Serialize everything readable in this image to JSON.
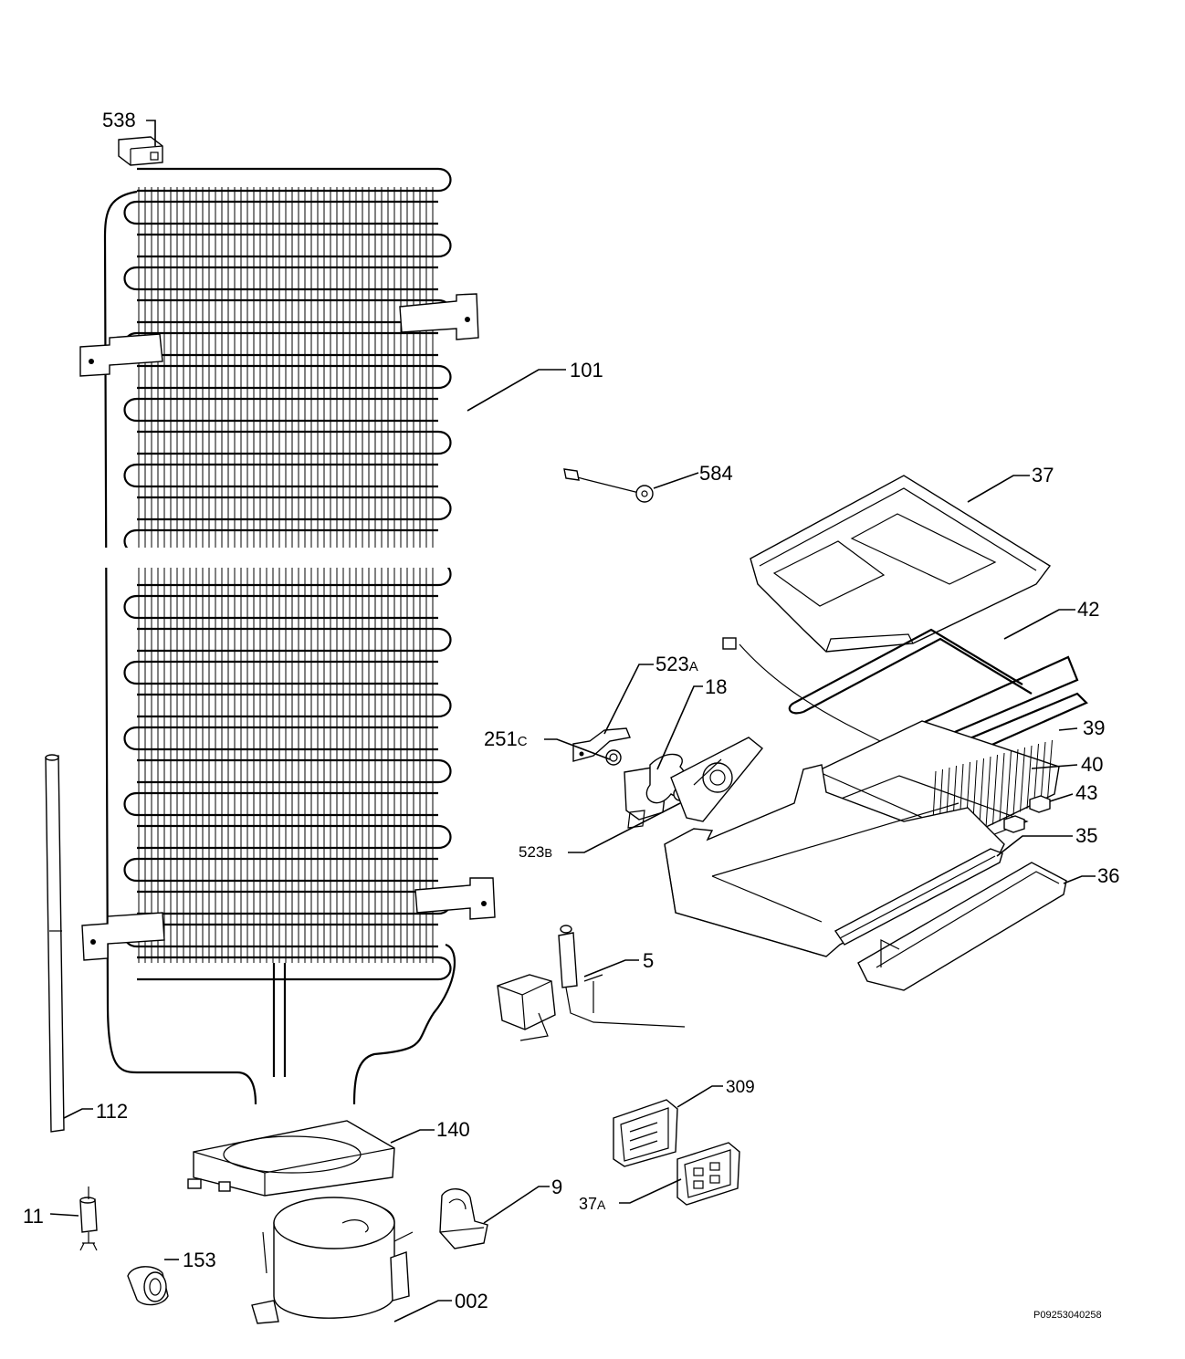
{
  "document_code": "P09253040258",
  "labels": {
    "l538": "538",
    "l101": "101",
    "l584": "584",
    "l37": "37",
    "l42": "42",
    "l523a": "523",
    "l523a_suffix": "A",
    "l18": "18",
    "l251c": "251",
    "l251c_suffix": "C",
    "l39": "39",
    "l40": "40",
    "l43": "43",
    "l523b": "523",
    "l523b_suffix": "B",
    "l35": "35",
    "l36": "36",
    "l5": "5",
    "l112": "112",
    "l140": "140",
    "l309": "309",
    "l11": "11",
    "l9": "9",
    "l37a": "37",
    "l37a_suffix": "A",
    "l153": "153",
    "l002": "002"
  }
}
